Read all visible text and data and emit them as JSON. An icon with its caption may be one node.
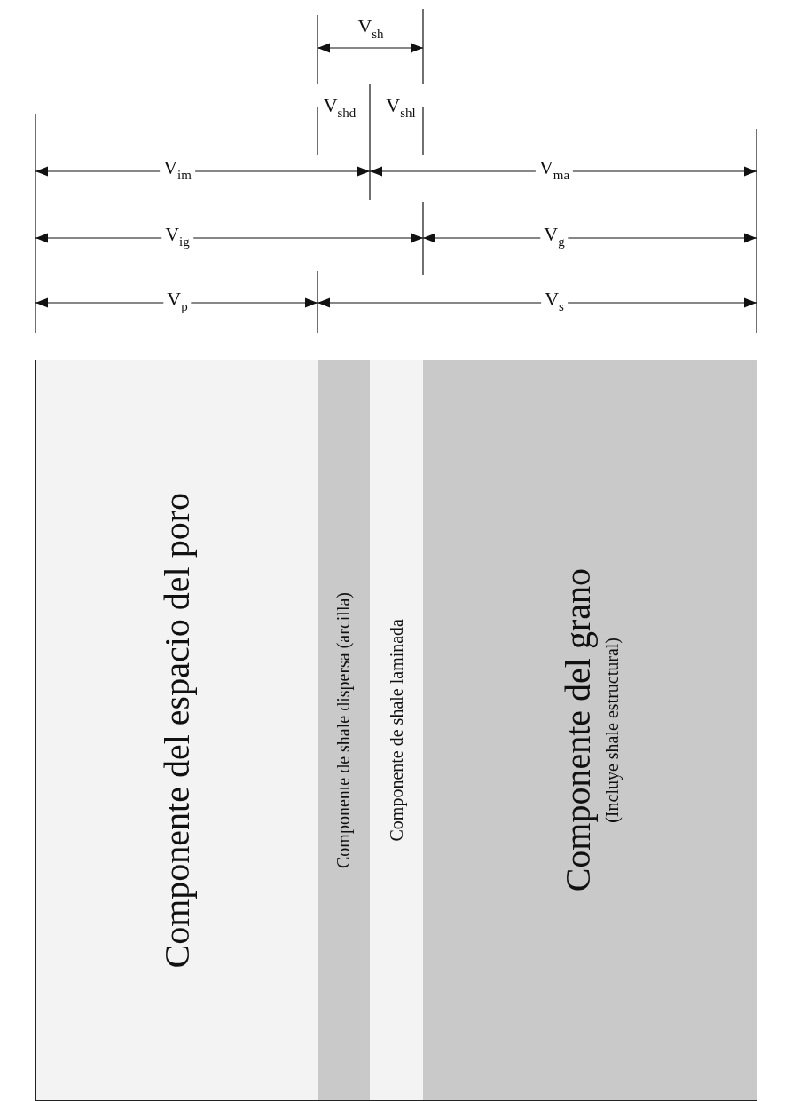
{
  "diagram": {
    "nodes": [
      {
        "text": [
          "Componente del espacio del poro"
        ]
      },
      {
        "text": [
          "Componente de shale dispersa (arcilla)"
        ]
      },
      {
        "text": [
          "Componente de shale laminada"
        ]
      },
      {
        "text": [
          "Componente del grano",
          "(Incluye shale estructural)"
        ]
      }
    ],
    "labels": [
      "V$_{sh}$",
      "V$_{shd}$",
      "V$_{shl}$",
      "V$_{im}$",
      "V$_{ma}$",
      "V$_{ig}$",
      "V$_{g}$",
      "V$_{p}$",
      "V$_{s}$"
    ]
  }
}
